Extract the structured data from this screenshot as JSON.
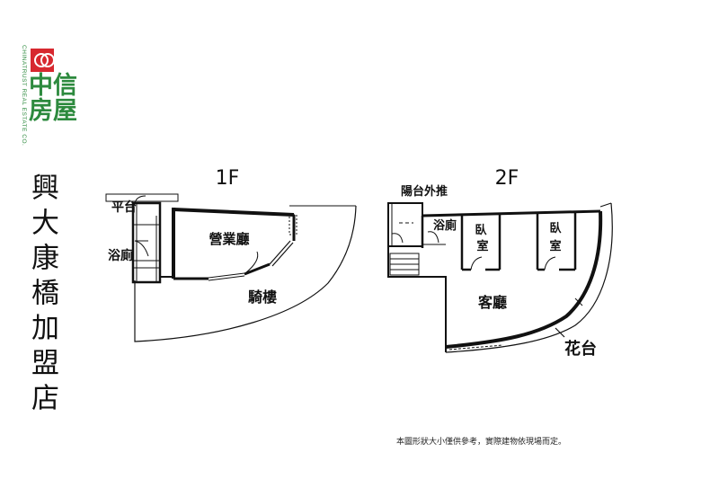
{
  "brand": {
    "name": "中信房屋",
    "english": "CHINATRUST REAL ESTATE CO.",
    "logo_color": "#d7282f",
    "text_color": "#2d8a3e"
  },
  "store_name": "興大康橋加盟店",
  "floor_1": {
    "title": "1F",
    "rooms": {
      "terrace": "平台",
      "bath": "浴廁",
      "business_hall": "營業廳",
      "arcade": "騎樓"
    }
  },
  "floor_2": {
    "title": "2F",
    "rooms": {
      "balcony": "陽台外推",
      "bath": "浴廁",
      "bedroom_1": "臥室",
      "bedroom_2": "臥室",
      "living_room": "客廳",
      "planter": "花台"
    }
  },
  "note": "本圖形狀大小僅供參考，實際建物依現場而定。"
}
